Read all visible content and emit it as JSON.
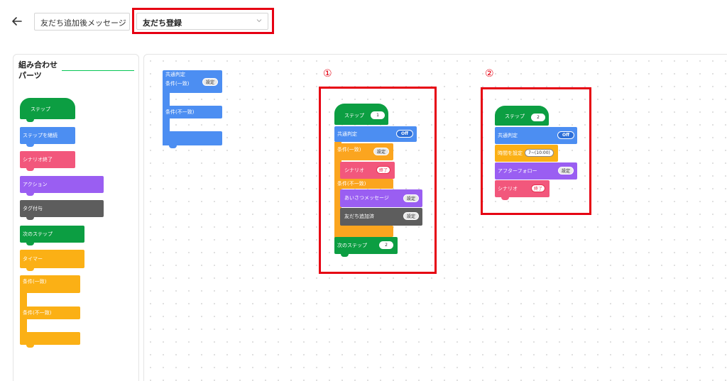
{
  "header": {
    "back_icon": "arrow-left-icon",
    "trigger_label": "友だち追加後メッセージ",
    "select_value": "友だち登録",
    "chevron_icon": "chevron-down-icon"
  },
  "palette": {
    "title_line1": "組み合わせ",
    "title_line2": "パーツ",
    "items": {
      "step": "ステップ",
      "continue_step": "ステップを継続",
      "scenario_end": "シナリオ終了",
      "action": "アクション",
      "tag_add": "タグ付与",
      "next_step": "次のステップ",
      "timer": "タイマー",
      "cond_match": "条件(一致)",
      "cond_nomatch": "条件(不一致)"
    }
  },
  "canvas": {
    "loose": {
      "common": "共通判定",
      "cond_match": "条件(一致)",
      "set": "設定",
      "cond_nomatch": "条件(不一致)"
    },
    "scenario1": {
      "marker": "①",
      "step": "ステップ",
      "step_num": "1",
      "common": "共通判定",
      "off": "Off",
      "cond_match": "条件(一致)",
      "set": "設定",
      "scenario": "シナリオ",
      "end": "終了",
      "cond_nomatch": "条件(不一致)",
      "greeting": "あいさつメッセージ",
      "greeting_set": "設定",
      "friend_added": "友だち追加済",
      "friend_set": "設定",
      "next_step": "次のステップ",
      "next_num": "2"
    },
    "scenario2": {
      "marker": "②",
      "step": "ステップ",
      "step_num": "2",
      "common": "共通判定",
      "off": "Off",
      "time_set": "時間を設定",
      "time_value": "7~(10:00)",
      "after_follow": "アフターフォロー",
      "after_set": "設定",
      "scenario": "シナリオ",
      "end": "終了"
    }
  },
  "colors": {
    "highlight": "#e60012",
    "green": "#0c9e42",
    "blue": "#4c8ef2",
    "pink": "#f2577c",
    "purple": "#9a5ef2",
    "gray": "#5d5d5d",
    "orange": "#fbb015",
    "accent_line": "#06c755"
  }
}
